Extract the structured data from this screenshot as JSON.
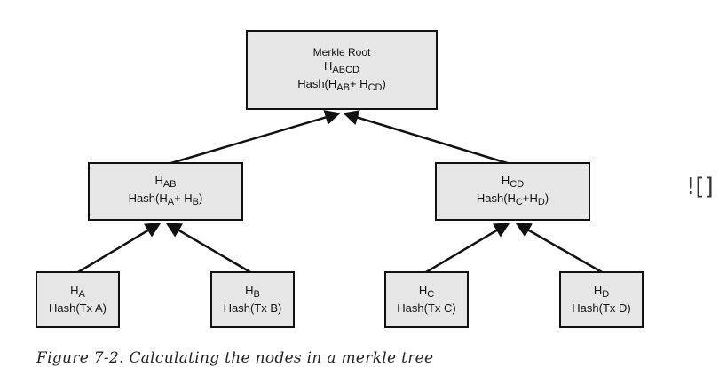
{
  "root": {
    "title": "Merkle Root",
    "hash_main": "H",
    "hash_sub": "ABCD",
    "formula": [
      "Hash(H",
      "AB",
      "+ H",
      "CD",
      ")"
    ]
  },
  "ab": {
    "hash_main": "H",
    "hash_sub": "AB",
    "formula": [
      "Hash(H",
      "A",
      "+ H",
      "B",
      ")"
    ]
  },
  "cd": {
    "hash_main": "H",
    "hash_sub": "CD",
    "formula": [
      "Hash(H",
      "C",
      "+H",
      "D",
      ")"
    ]
  },
  "leaves": [
    {
      "hash_main": "H",
      "hash_sub": "A",
      "formula": "Hash(Tx A)"
    },
    {
      "hash_main": "H",
      "hash_sub": "B",
      "formula": "Hash(Tx B)"
    },
    {
      "hash_main": "H",
      "hash_sub": "C",
      "formula": "Hash(Tx C)"
    },
    {
      "hash_main": "H",
      "hash_sub": "D",
      "formula": "Hash(Tx D)"
    }
  ],
  "caption": "Figure 7-2. Calculating the nodes in a merkle tree",
  "stray_text": "![]"
}
